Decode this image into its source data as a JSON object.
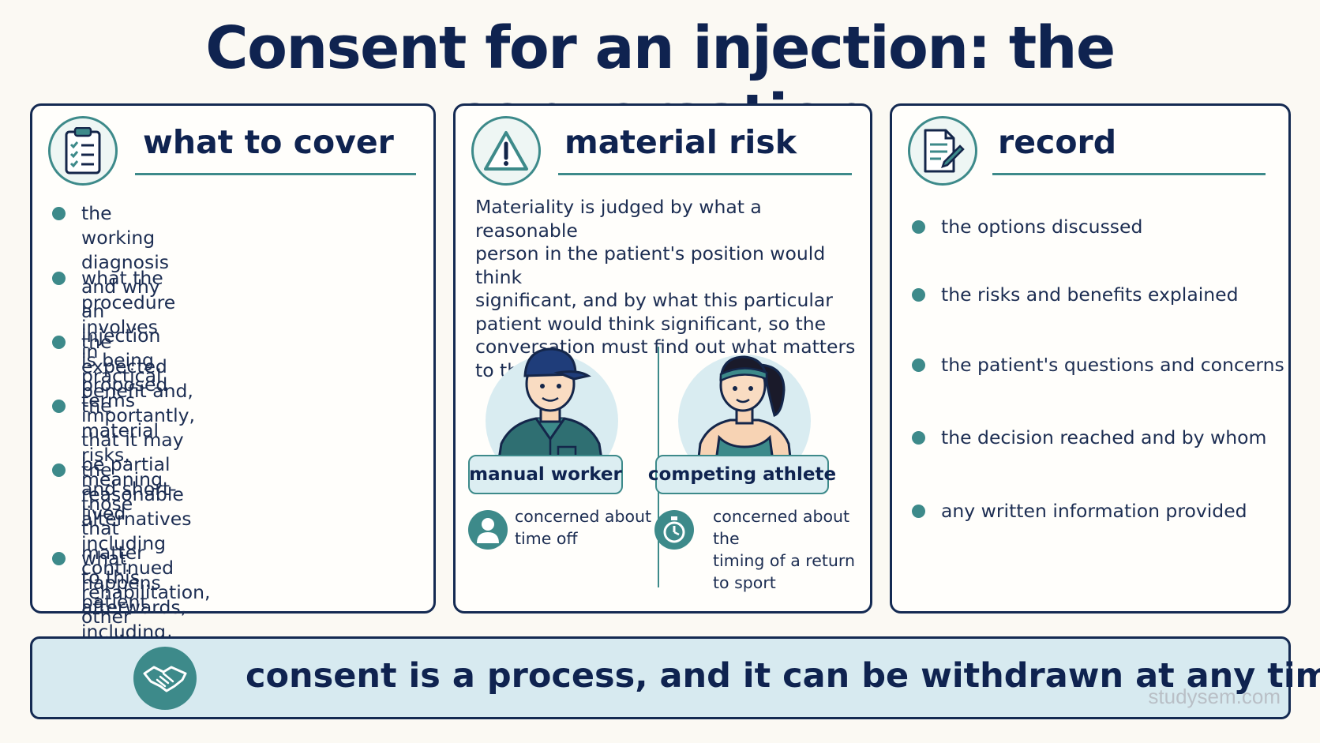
{
  "title": "Consent for an injection: the conversation",
  "panels": {
    "cover": {
      "title": "what to cover",
      "icon": "clipboard-checklist-icon",
      "items": [
        "the working diagnosis and why\nan injection is being proposed",
        "what the procedure involves in\npractical terms",
        "the expected benefit and, importantly,\nthat it may be partial and short-lived",
        "the material risks, meaning those\nthat matter to this patient",
        "the reasonable alternatives including\ncontinued rehabilitation, other\ntreatments and doing nothing",
        "what happens afterwards, including\naftercare and safety-net advice"
      ]
    },
    "risk": {
      "title": "material risk",
      "icon": "warning-triangle-icon",
      "text": "Materiality is judged by what a reasonable\nperson in the patient's position would think\nsignificant, and by what this particular\npatient would think significant, so the\nconversation must find out what matters\nto them.",
      "examples": [
        {
          "role": "manual worker",
          "concern": "concerned about\ntime off",
          "icon": "person-icon"
        },
        {
          "role": "competing athlete",
          "concern": "concerned about the\ntiming of a return\nto sport",
          "icon": "stopwatch-icon"
        }
      ]
    },
    "record": {
      "title": "record",
      "icon": "document-pen-icon",
      "items": [
        "the options discussed",
        "the risks and benefits explained",
        "the patient's questions and concerns",
        "the decision reached and by whom",
        "any written information provided"
      ]
    }
  },
  "banner": {
    "text": "consent is a process, and it can be withdrawn at any time.",
    "icon": "handshake-icon"
  },
  "watermark": "studysem.com",
  "colors": {
    "accent": "#3d8a8a",
    "navy": "#0f2350",
    "background": "#fbf9f3",
    "banner_bg": "#d7eaf0"
  }
}
